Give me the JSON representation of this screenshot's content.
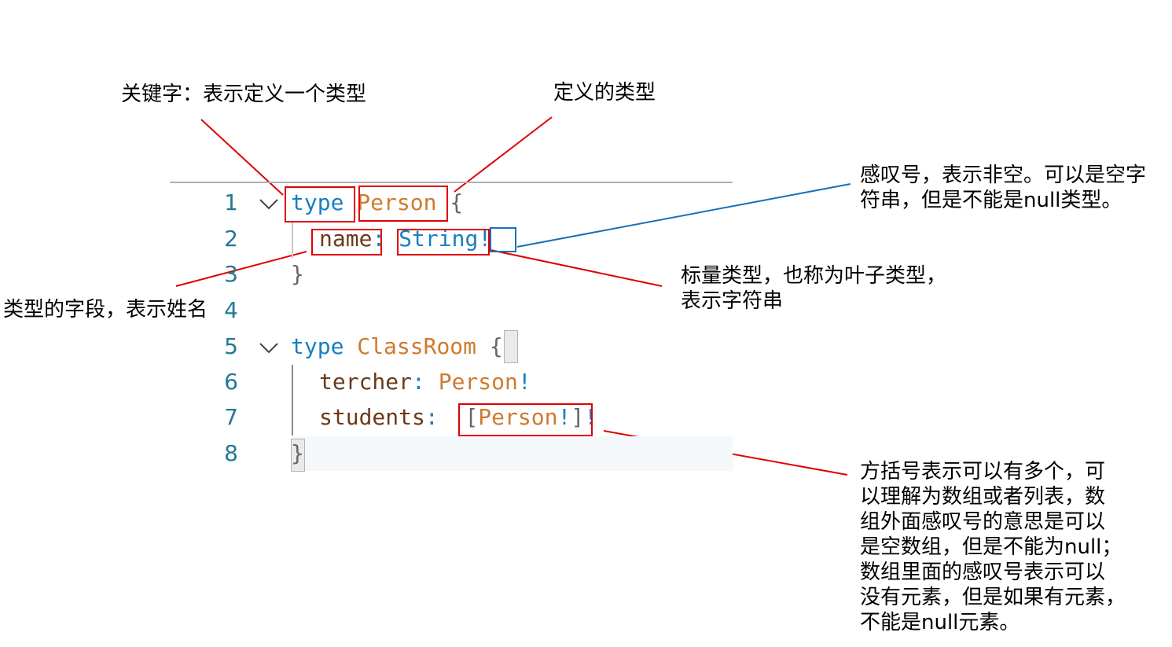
{
  "annotations": {
    "keyword": [
      "关键字：表示定义一个类型"
    ],
    "defined_type": [
      "定义的类型"
    ],
    "non_null": [
      "感叹号，表示非空。可以是空字",
      "符串，但是不能是null类型。"
    ],
    "field": [
      "类型的字段，表示姓名"
    ],
    "scalar": [
      "标量类型，也称为叶子类型，",
      "表示字符串"
    ],
    "list": [
      "方括号表示可以有多个，可",
      "以理解为数组或者列表，数",
      "组外面感叹号的意思是可以",
      "是空数组，但是不能为null；",
      "数组里面的感叹号表示可以",
      "没有元素，但是如果有元素，",
      "不能是null元素。"
    ]
  },
  "line_numbers": [
    "1",
    "2",
    "3",
    "4",
    "5",
    "6",
    "7",
    "8"
  ],
  "code": {
    "l1": {
      "kw": "type",
      "name": "Person",
      "brace": "{"
    },
    "l2": {
      "field": "name",
      "colon": ":",
      "type": "String",
      "bang": "!"
    },
    "l3": {
      "brace": "}"
    },
    "l5": {
      "kw": "type",
      "name": "ClassRoom",
      "brace": "{"
    },
    "l6": {
      "field": "tercher",
      "colon": ":",
      "type": "Person",
      "bang": "!"
    },
    "l7": {
      "field": "students",
      "colon": ":",
      "lbr": "[",
      "type": "Person",
      "inner_bang": "!",
      "rbr": "]",
      "bang": "!"
    },
    "l8": {
      "brace": "}"
    }
  },
  "colors": {
    "keyword": "#1a7fc1",
    "type_name": "#cf7a2e",
    "field": "#6b3a1a",
    "line_number": "#237893",
    "annotation_red": "#e00000",
    "annotation_blue": "#1a6fb5"
  }
}
